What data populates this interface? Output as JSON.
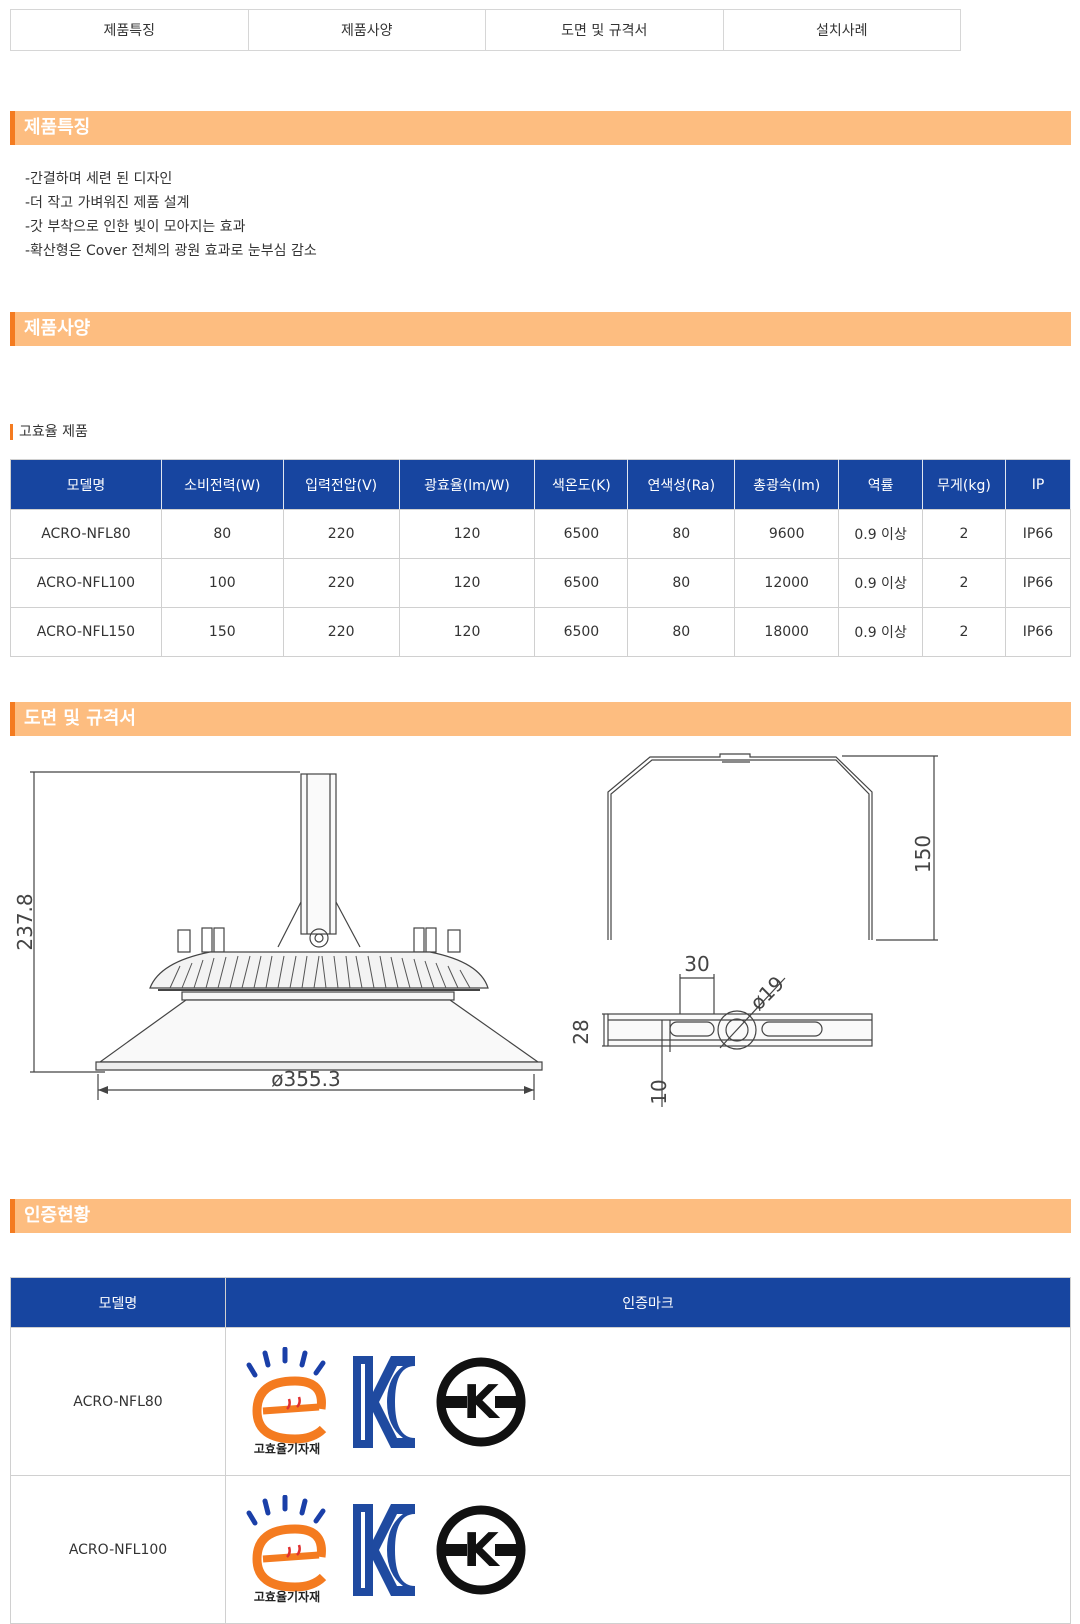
{
  "tabs": [
    "제품특징",
    "제품사양",
    "도면 및 규격서",
    "설치사례"
  ],
  "sections": {
    "features": "제품특징",
    "spec": "제품사양",
    "drawing": "도면 및 규격서",
    "cert": "인증현황"
  },
  "features": [
    "-간결하며 세련 된 디자인",
    "-더 작고 가벼워진 제품 설계",
    "-갓 부착으로 인한 빛이 모아지는 효과",
    "-확산형은 Cover 전체의 광원 효과로 눈부심 감소"
  ],
  "spec": {
    "subtitle": "고효율 제품",
    "headers": [
      "모델명",
      "소비전력(W)",
      "입력전압(V)",
      "광효율(lm/W)",
      "색온도(K)",
      "연색성(Ra)",
      "총광속(lm)",
      "역률",
      "무게(kg)",
      "IP"
    ],
    "rows": [
      [
        "ACRO-NFL80",
        "80",
        "220",
        "120",
        "6500",
        "80",
        "9600",
        "0.9 이상",
        "2",
        "IP66"
      ],
      [
        "ACRO-NFL100",
        "100",
        "220",
        "120",
        "6500",
        "80",
        "12000",
        "0.9 이상",
        "2",
        "IP66"
      ],
      [
        "ACRO-NFL150",
        "150",
        "220",
        "120",
        "6500",
        "80",
        "18000",
        "0.9 이상",
        "2",
        "IP66"
      ]
    ]
  },
  "drawing": {
    "height_dim": "237.8",
    "diameter_dim": "ø355.3",
    "bracket_height": "150",
    "slot_width": "30",
    "hole_dia": "ø19",
    "bar_width": "28",
    "bar_thick": "10"
  },
  "cert": {
    "headers": [
      "모델명",
      "인증마크"
    ],
    "rows": [
      "ACRO-NFL80",
      "ACRO-NFL100"
    ],
    "mark_label": "고효율기자재",
    "kc_text": "KC",
    "ks_text": "K"
  }
}
